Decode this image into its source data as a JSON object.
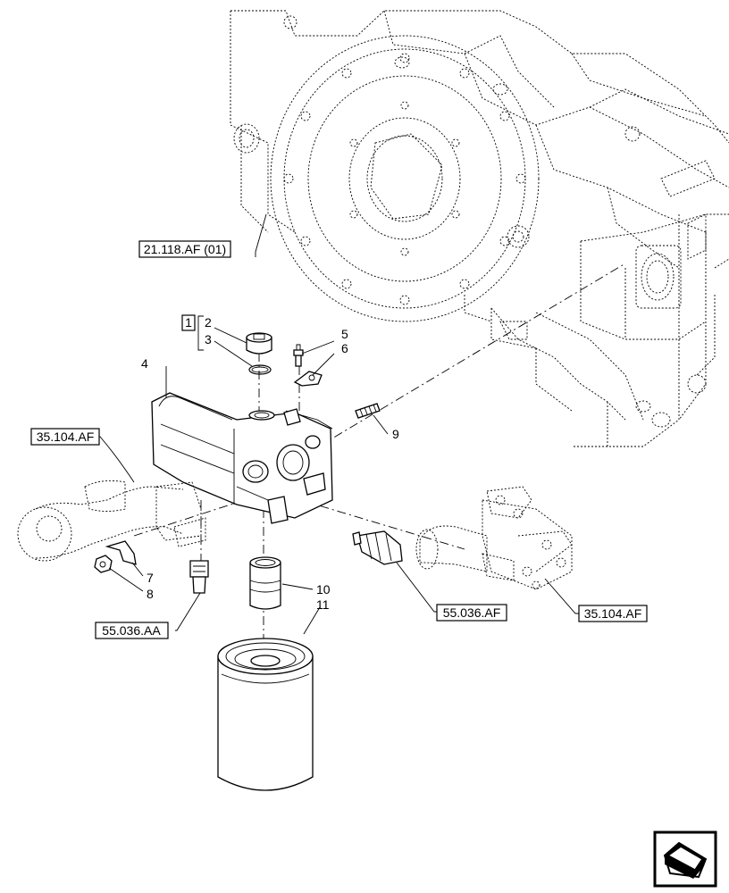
{
  "refs": {
    "flywheel": "21.118.AF (01)",
    "hose_left": "35.104.AF",
    "sensor_bottom": "55.036.AA",
    "sensor_right": "55.036.AF",
    "pump_right": "35.104.AF"
  },
  "kit_label": "1",
  "callouts": [
    "2",
    "3",
    "4",
    "5",
    "6",
    "7",
    "8",
    "9",
    "10",
    "11"
  ],
  "nav_icon": "next-page-arrow-icon"
}
